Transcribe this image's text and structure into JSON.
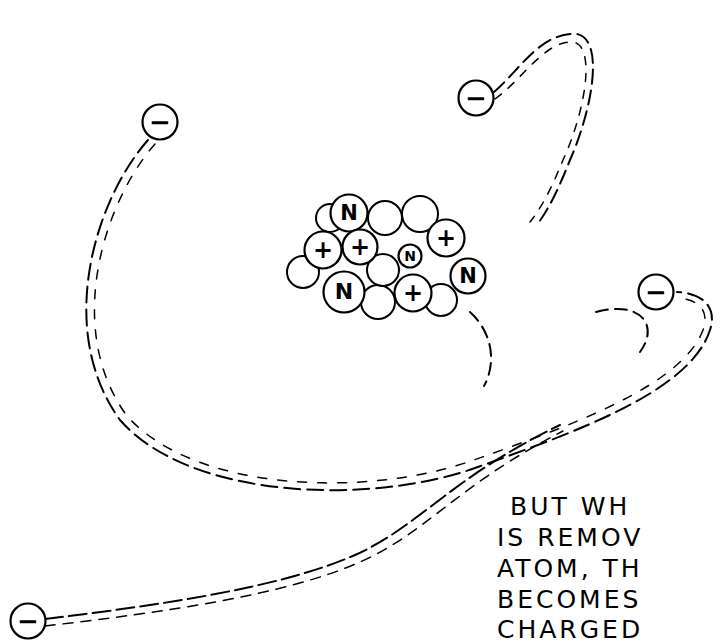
{
  "diagram": {
    "nodes": [
      {
        "text": [
          "−"
        ]
      },
      {
        "text": [
          "−"
        ]
      },
      {
        "text": [
          "N"
        ]
      },
      {
        "text": [
          "+"
        ]
      },
      {
        "text": [
          "+"
        ]
      },
      {
        "text": [
          "+"
        ]
      },
      {
        "text": [
          "N"
        ]
      },
      {
        "text": [
          "N"
        ]
      },
      {
        "text": [
          "N"
        ]
      },
      {
        "text": [
          "+"
        ]
      },
      {
        "text": [
          "−"
        ]
      },
      {
        "text": [
          "−"
        ]
      }
    ],
    "labels": [
      "BUT WH",
      "IS REMOV",
      "ATOM, TH",
      "BECOMES",
      "CHARGED"
    ]
  }
}
